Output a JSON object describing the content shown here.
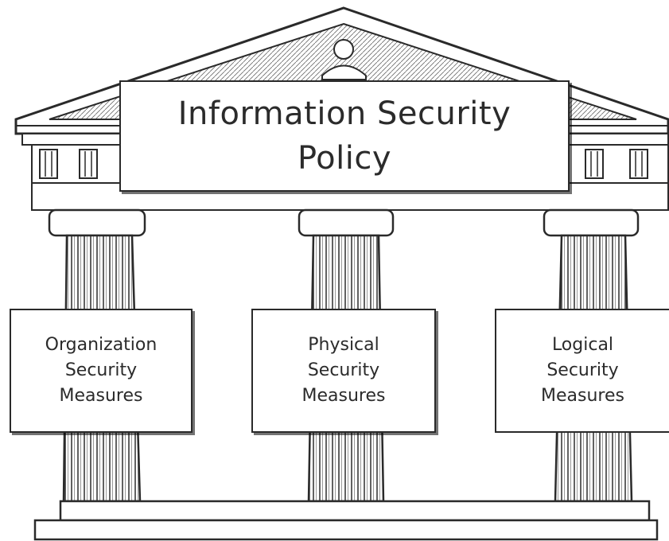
{
  "diagram": {
    "roof_label": "Information Security\nPolicy",
    "pillars": [
      {
        "label": "Organization\nSecurity\nMeasures"
      },
      {
        "label": "Physical\nSecurity\nMeasures"
      },
      {
        "label": "Logical\nSecurity\nMeasures"
      }
    ]
  },
  "colors": {
    "ink": "#2a2a2a",
    "stone": "#ffffff",
    "shade": "#8a8a8a"
  }
}
